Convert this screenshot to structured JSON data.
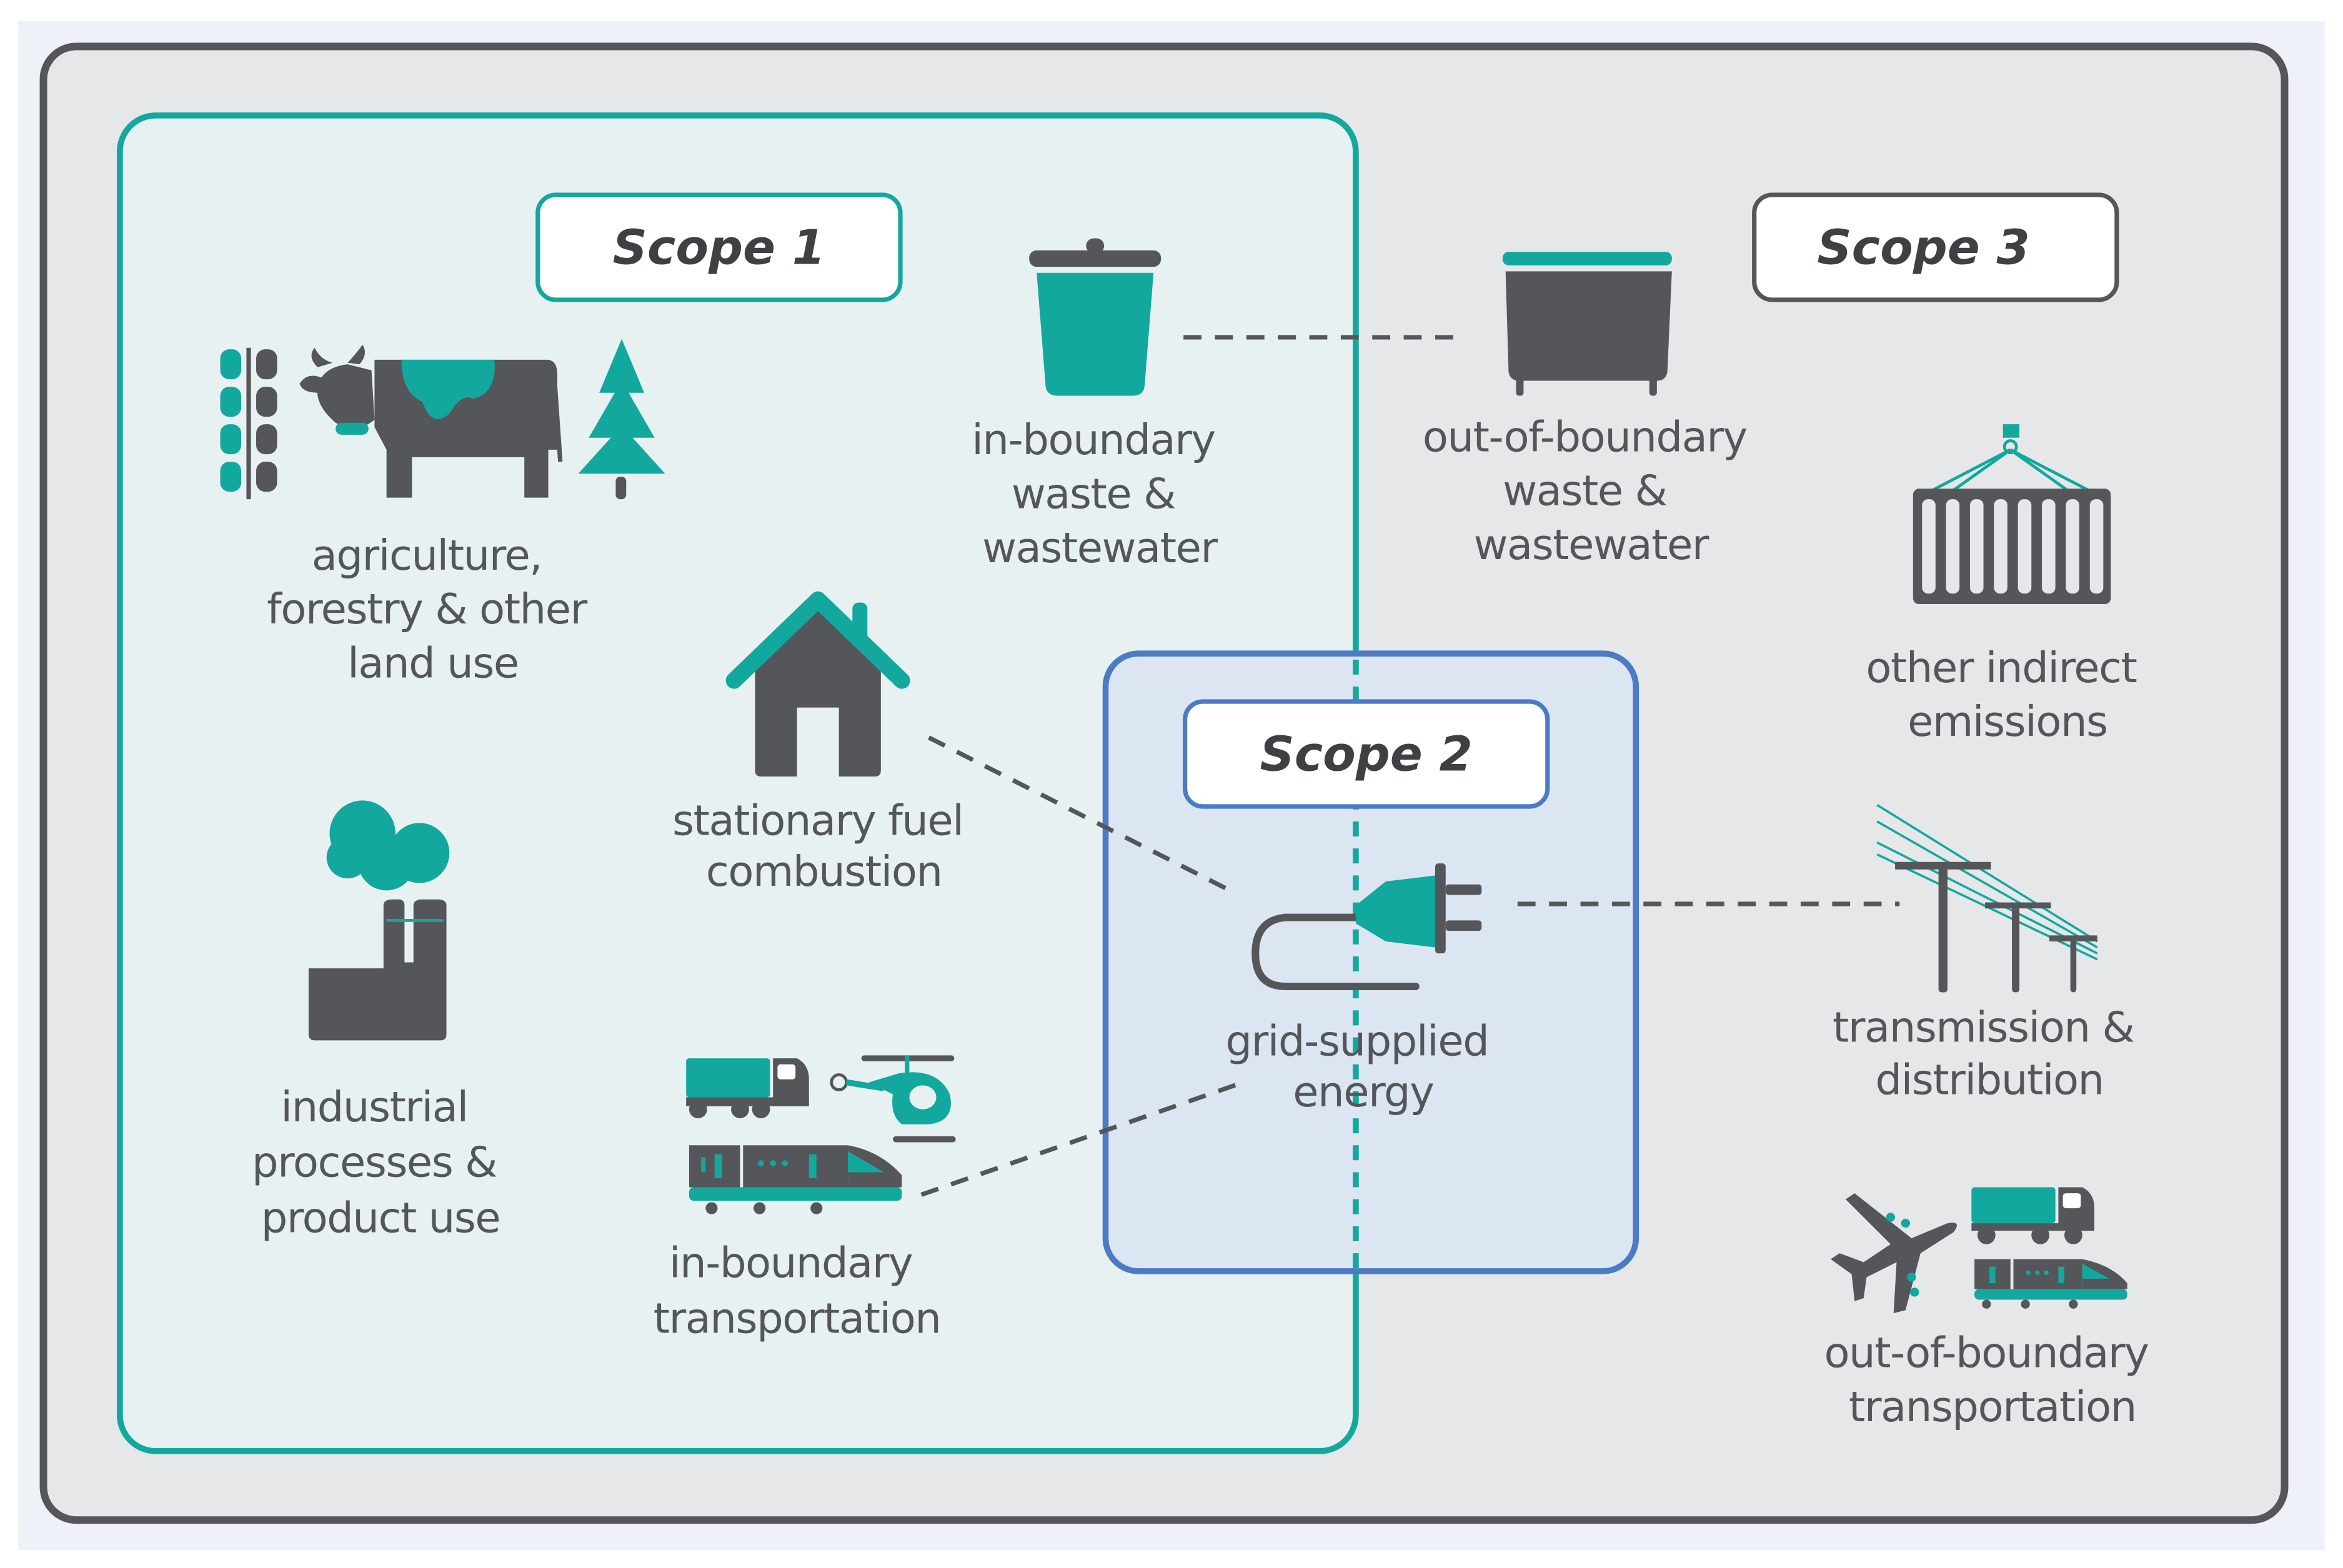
{
  "diagram": {
    "title": "GHG emission scopes",
    "colors": {
      "teal": "#13a89e",
      "dark": "#55565a",
      "outer_bg": "#e6e7e9",
      "outer_border": "#55565a",
      "scope1_bg": "#e8f1f1",
      "scope2_bg": "#dce6f2",
      "scope2_border": "#4a7bc4",
      "page_bg": "#eef1f8"
    },
    "scopes": [
      {
        "id": "scope1",
        "label": "Scope 1"
      },
      {
        "id": "scope2",
        "label": "Scope 2"
      },
      {
        "id": "scope3",
        "label": "Scope 3"
      }
    ],
    "items": {
      "afolu": {
        "icon": "agriculture-icon",
        "lines": [
          "agriculture,",
          "forestry & other",
          "land use"
        ],
        "scope": "Scope 1"
      },
      "in_waste": {
        "icon": "trash-bin-icon",
        "lines": [
          "in-boundary",
          "waste &",
          "wastewater"
        ],
        "scope": "Scope 1"
      },
      "out_waste": {
        "icon": "dumpster-icon",
        "lines": [
          "out-of-boundary",
          "waste &",
          "wastewater"
        ],
        "scope": "Scope 3"
      },
      "other_indirect": {
        "icon": "shipping-container-icon",
        "lines": [
          "other indirect",
          "emissions"
        ],
        "scope": "Scope 3"
      },
      "stationary": {
        "icon": "house-icon",
        "lines": [
          "stationary fuel",
          "combustion"
        ],
        "scope": "Scope 1"
      },
      "industrial": {
        "icon": "factory-icon",
        "lines": [
          "industrial",
          "processes &",
          "product use"
        ],
        "scope": "Scope 1"
      },
      "grid": {
        "icon": "plug-icon",
        "lines": [
          "grid-supplied",
          "energy"
        ],
        "scope": "Scope 2"
      },
      "transmission": {
        "icon": "power-lines-icon",
        "lines": [
          "transmission &",
          "distribution"
        ],
        "scope": "Scope 3"
      },
      "in_transport": {
        "icon": "transport-icon",
        "lines": [
          "in-boundary",
          "transportation"
        ],
        "scope": "Scope 1"
      },
      "out_transport": {
        "icon": "plane-truck-train-icon",
        "lines": [
          "out-of-boundary",
          "transportation"
        ],
        "scope": "Scope 3"
      }
    },
    "connections": [
      {
        "from": "in-boundary waste & wastewater",
        "to": "out-of-boundary waste & wastewater",
        "style": "dashed"
      },
      {
        "from": "stationary fuel combustion",
        "to": "grid-supplied energy",
        "style": "dashed"
      },
      {
        "from": "in-boundary transportation",
        "to": "grid-supplied energy",
        "style": "dashed"
      },
      {
        "from": "grid-supplied energy",
        "to": "transmission & distribution",
        "style": "dashed"
      }
    ]
  }
}
